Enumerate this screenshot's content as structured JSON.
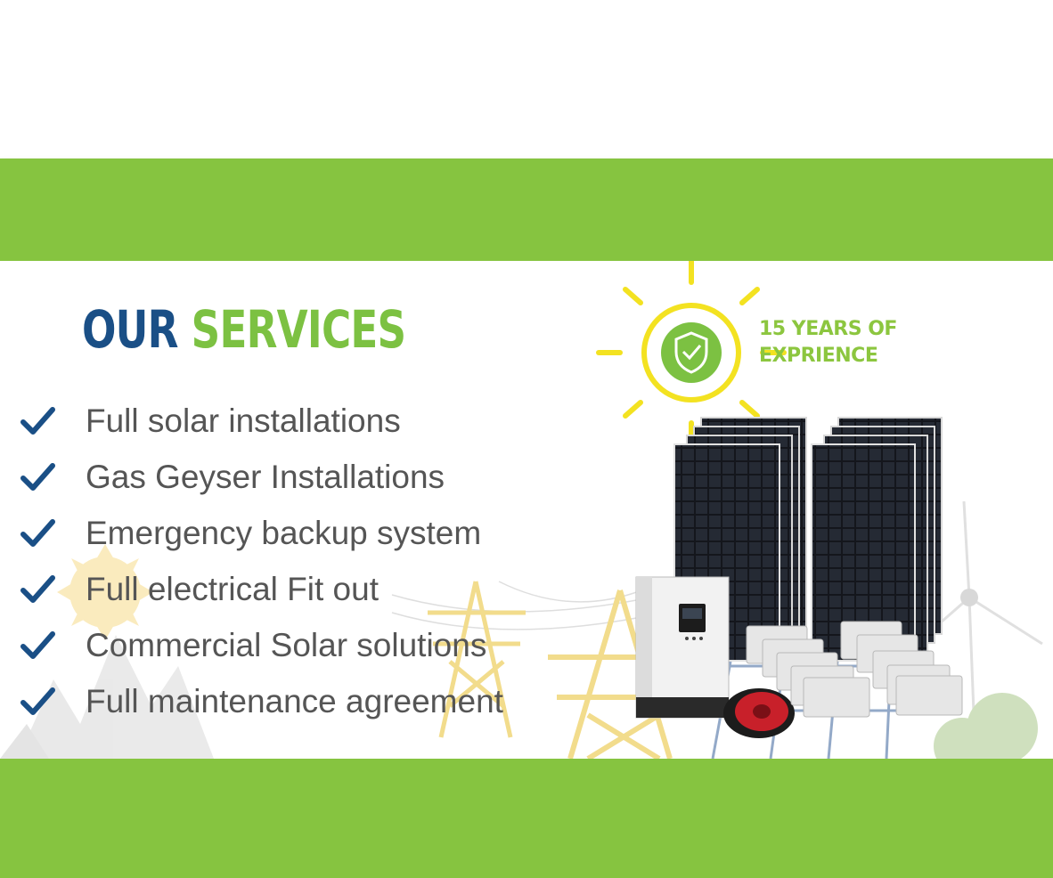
{
  "banner": {
    "heading_part1": "OUR",
    "heading_part2": "SERVICES",
    "experience_line1": "15 YEARS OF",
    "experience_line2": "EXPRIENCE"
  },
  "services": [
    "Full solar installations",
    "Gas Geyser Installations",
    "Emergency backup system",
    "Full electrical Fit out",
    "Commercial Solar solutions",
    "Full maintenance agreement"
  ],
  "colors": {
    "band_green": "#86c440",
    "heading_blue": "#1a4f86",
    "heading_green": "#7cc142",
    "check_blue": "#1a4f86",
    "sun_yellow": "#f3e221",
    "service_text": "#555555"
  },
  "icons": [
    "check-icon",
    "shield-check-icon",
    "sun-icon"
  ]
}
